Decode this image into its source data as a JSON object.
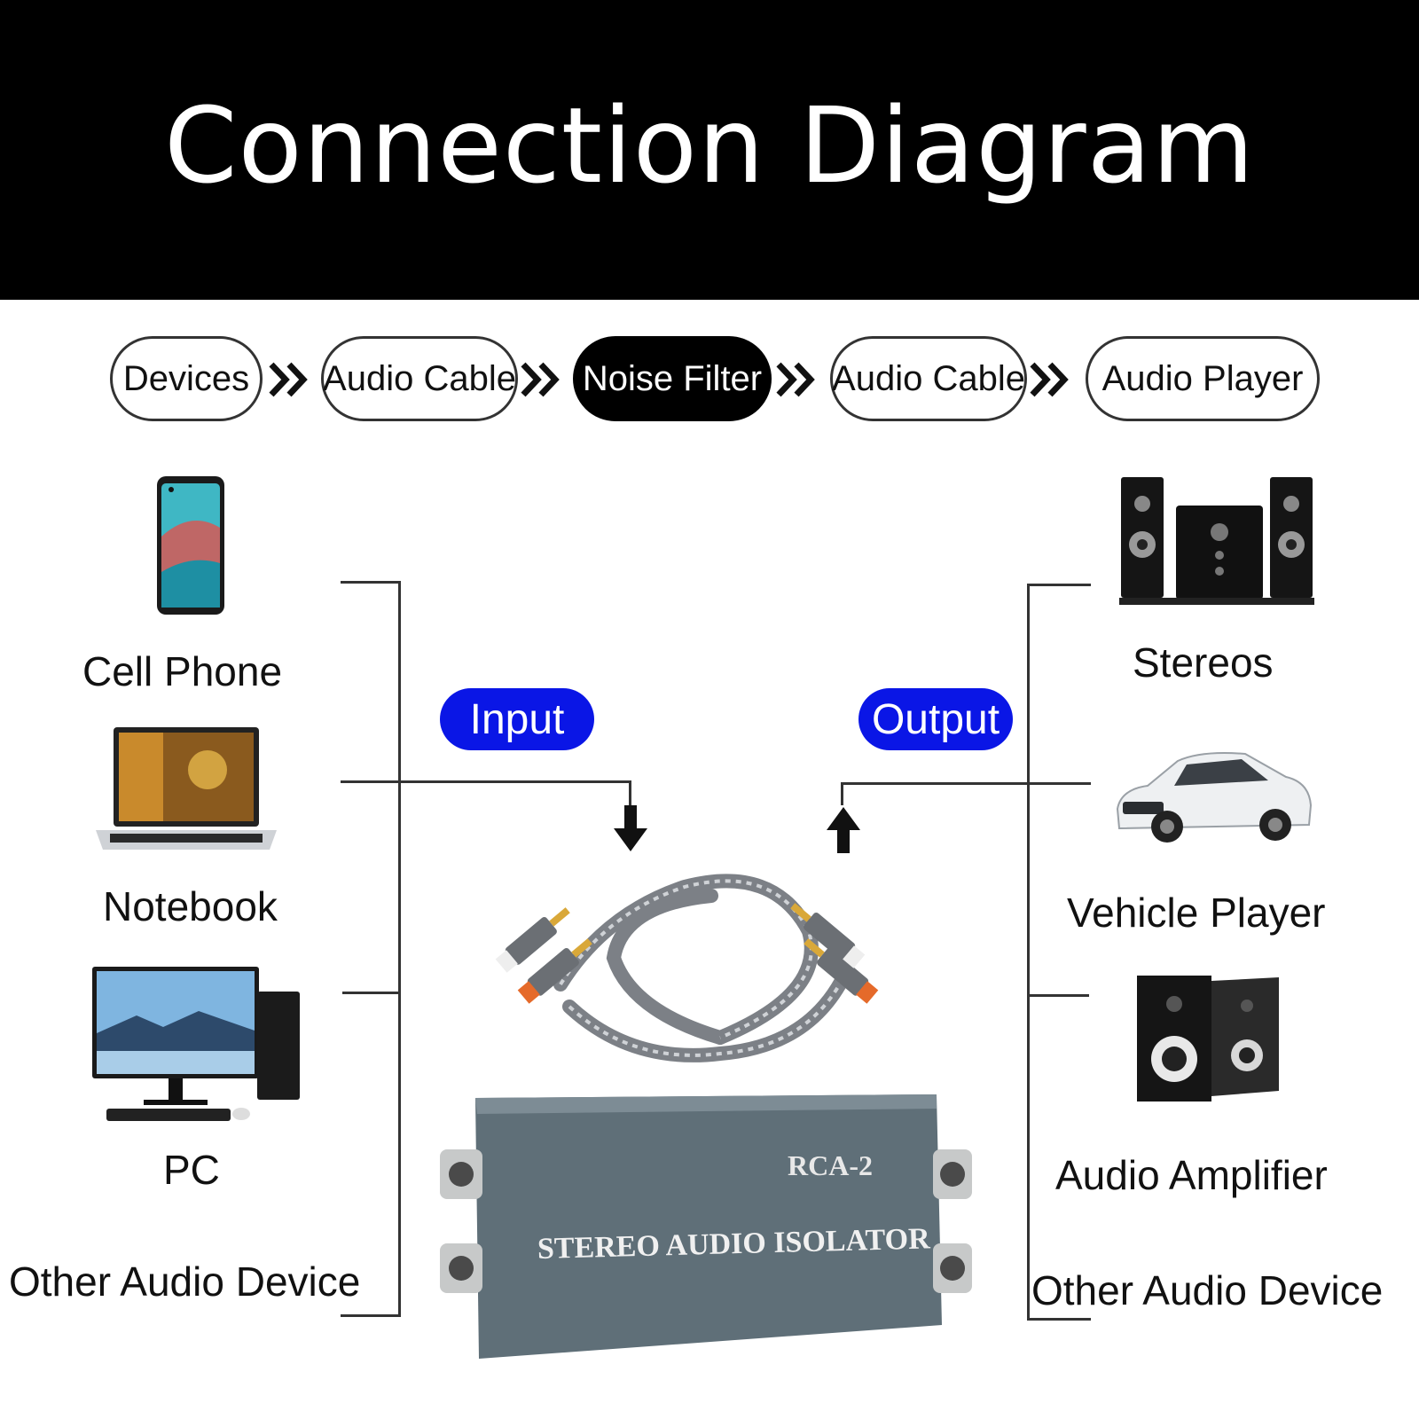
{
  "title": "Connection Diagram",
  "flow": {
    "steps": [
      "Devices",
      "Audio Cable",
      "Noise Filter",
      "Audio Cable",
      "Audio Player"
    ],
    "active_step": "Noise Filter",
    "active_color": "#000000"
  },
  "inputs": {
    "tag": "Input",
    "devices": [
      "Cell Phone",
      "Notebook",
      "PC",
      "Other Audio Device"
    ]
  },
  "outputs": {
    "tag": "Output",
    "devices": [
      "Stereos",
      "Vehicle Player",
      "Audio Amplifier",
      "Other Audio Device"
    ]
  },
  "product": {
    "model": "RCA-2",
    "name": "STEREO AUDIO ISOLATOR"
  },
  "colors": {
    "tag_blue": "#0a16e6",
    "banner": "#000000",
    "device_body": "#5f6f78"
  },
  "icons": [
    "cell-phone-icon",
    "notebook-icon",
    "pc-icon",
    "stereo-speakers-icon",
    "car-icon",
    "bookshelf-speakers-icon",
    "rca-cable-icon",
    "audio-isolator-box-icon"
  ]
}
